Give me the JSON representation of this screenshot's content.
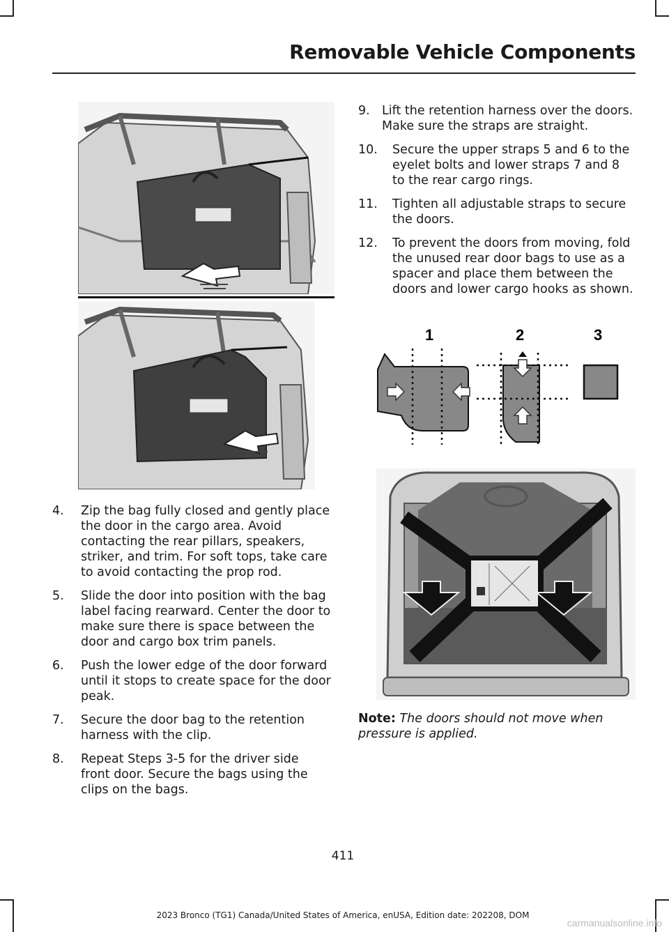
{
  "header": {
    "title": "Removable Vehicle Components"
  },
  "left_steps": [
    {
      "num": "4.",
      "text": "Zip the bag fully closed and gently place the door in the cargo area. Avoid contacting the rear pillars, speakers, striker, and trim. For soft tops, take care to avoid contacting the prop rod."
    },
    {
      "num": "5.",
      "text": "Slide the door into position with the bag label facing rearward. Center the door to make sure there is space between the door and cargo box trim panels."
    },
    {
      "num": "6.",
      "text": "Push the lower edge of the door forward until it stops to create space for the door peak."
    },
    {
      "num": "7.",
      "text": "Secure the door bag to the retention harness with the clip."
    },
    {
      "num": "8.",
      "text": "Repeat Steps 3-5 for the driver side front door. Secure the bags using the clips on the bags."
    }
  ],
  "right_steps": [
    {
      "num": "9.",
      "text": "Lift the retention harness over the doors. Make sure the straps are straight."
    },
    {
      "num": "10.",
      "text": "Secure the upper straps 5 and 6 to the eyelet bolts and lower straps 7 and 8 to the rear cargo rings."
    },
    {
      "num": "11.",
      "text": "Tighten all adjustable straps to secure the doors."
    },
    {
      "num": "12.",
      "text": "To prevent the doors from moving, fold the unused rear door bags to use as a spacer and place them between the doors and lower cargo hooks as shown."
    }
  ],
  "diagram": {
    "labels": [
      "1",
      "2",
      "3"
    ]
  },
  "note": {
    "label": "Note:",
    "text": " The doors should not move when pressure is applied."
  },
  "footer": {
    "page_number": "411",
    "edition": "2023 Bronco (TG1) Canada/United States of America, enUSA, Edition date: 202208, DOM"
  },
  "watermark": "carmanualsonline.info",
  "colors": {
    "bag": "#4a4a4a",
    "vehicle": "#c9c9c9",
    "door_shape": "#888888"
  }
}
